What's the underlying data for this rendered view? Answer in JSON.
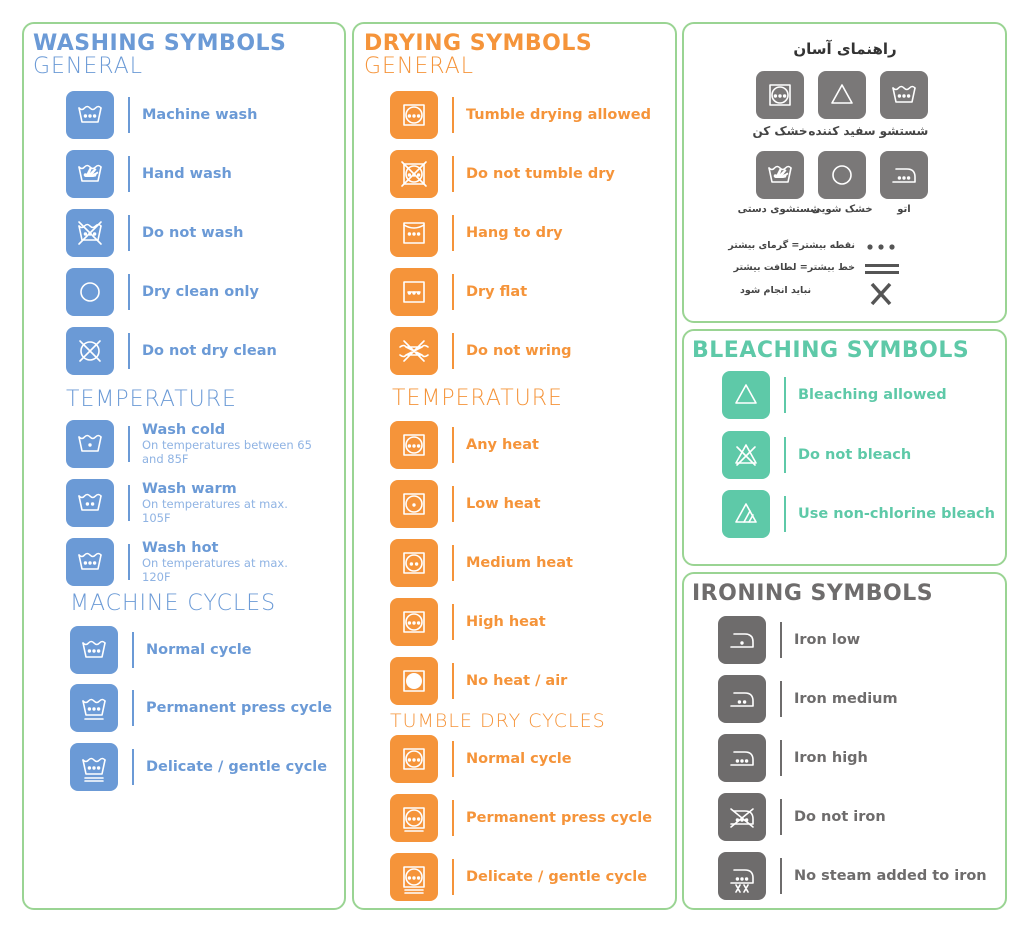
{
  "colors": {
    "washing": "#6b9ad6",
    "drying": "#f5943a",
    "bleaching": "#5ec9a8",
    "ironing": "#6e6c6c",
    "border": "#9ad493"
  },
  "washing": {
    "title": "WASHING SYMBOLS",
    "sections": [
      {
        "heading": "GENERAL",
        "items": [
          {
            "label": "Machine wash",
            "icon": "tub-icon"
          },
          {
            "label": "Hand wash",
            "icon": "hand-wash-icon"
          },
          {
            "label": "Do not wash",
            "icon": "tub-crossed-icon"
          },
          {
            "label": "Dry clean only",
            "icon": "circle-icon"
          },
          {
            "label": "Do not dry clean",
            "icon": "circle-crossed-icon"
          }
        ]
      },
      {
        "heading": "TEMPERATURE",
        "items": [
          {
            "label": "Wash cold",
            "sub": "On temperatures between 65 and 85F",
            "icon": "tub-one-dot-icon"
          },
          {
            "label": "Wash warm",
            "sub": "On temperatures at max. 105F",
            "icon": "tub-two-dots-icon"
          },
          {
            "label": "Wash hot",
            "sub": "On temperatures at max. 120F",
            "icon": "tub-three-dots-icon"
          }
        ]
      },
      {
        "heading": "MACHINE CYCLES",
        "items": [
          {
            "label": "Normal cycle",
            "icon": "tub-icon"
          },
          {
            "label": "Permanent press cycle",
            "icon": "tub-one-line-icon"
          },
          {
            "label": "Delicate / gentle cycle",
            "icon": "tub-two-lines-icon"
          }
        ]
      }
    ]
  },
  "drying": {
    "title": "DRYING SYMBOLS",
    "sections": [
      {
        "heading": "GENERAL",
        "items": [
          {
            "label": "Tumble drying allowed",
            "icon": "tumble-dry-icon"
          },
          {
            "label": "Do not tumble dry",
            "icon": "tumble-dry-crossed-icon"
          },
          {
            "label": "Hang to dry",
            "icon": "hang-dry-icon"
          },
          {
            "label": "Dry flat",
            "icon": "dry-flat-icon"
          },
          {
            "label": "Do not wring",
            "icon": "do-not-wring-icon"
          }
        ]
      },
      {
        "heading": "TEMPERATURE",
        "items": [
          {
            "label": "Any heat",
            "icon": "tumble-dry-icon"
          },
          {
            "label": "Low heat",
            "icon": "tumble-one-dot-icon"
          },
          {
            "label": "Medium heat",
            "icon": "tumble-two-dots-icon"
          },
          {
            "label": "High heat",
            "icon": "tumble-three-dots-icon"
          },
          {
            "label": "No heat / air",
            "icon": "tumble-filled-icon"
          }
        ]
      },
      {
        "heading": "TUMBLE DRY CYCLES",
        "items": [
          {
            "label": "Normal cycle",
            "icon": "tumble-dry-icon"
          },
          {
            "label": "Permanent press cycle",
            "icon": "tumble-one-line-icon"
          },
          {
            "label": "Delicate / gentle cycle",
            "icon": "tumble-two-lines-icon"
          }
        ]
      }
    ]
  },
  "guide": {
    "title": "راهنمای آسان",
    "symbols": [
      {
        "label": "شستشو",
        "icon": "tub-icon"
      },
      {
        "label": "سفید کننده",
        "icon": "triangle-icon"
      },
      {
        "label": "خشک کن",
        "icon": "tumble-dry-icon"
      },
      {
        "label": "اتو",
        "icon": "iron-icon"
      },
      {
        "label": "خشک شویی",
        "icon": "circle-icon"
      },
      {
        "label": "شستشوی دستی",
        "icon": "hand-wash-icon"
      }
    ],
    "legend": [
      {
        "text": "نقطه بیشتر= گرمای بیشتر",
        "icon": "dots-icon"
      },
      {
        "text": "خط بیشتر= لطافت بیشتر",
        "icon": "lines-icon"
      },
      {
        "text": "نباید انجام شود",
        "icon": "cross-icon"
      }
    ]
  },
  "bleaching": {
    "title": "BLEACHING SYMBOLS",
    "items": [
      {
        "label": "Bleaching allowed",
        "icon": "triangle-icon"
      },
      {
        "label": "Do not bleach",
        "icon": "triangle-crossed-icon"
      },
      {
        "label": "Use non-chlorine bleach",
        "icon": "triangle-striped-icon"
      }
    ]
  },
  "ironing": {
    "title": "IRONING SYMBOLS",
    "items": [
      {
        "label": "Iron low",
        "icon": "iron-one-dot-icon"
      },
      {
        "label": "Iron medium",
        "icon": "iron-two-dots-icon"
      },
      {
        "label": "Iron high",
        "icon": "iron-three-dots-icon"
      },
      {
        "label": "Do not iron",
        "icon": "iron-crossed-icon"
      },
      {
        "label": "No steam added to iron",
        "icon": "iron-no-steam-icon"
      }
    ]
  }
}
